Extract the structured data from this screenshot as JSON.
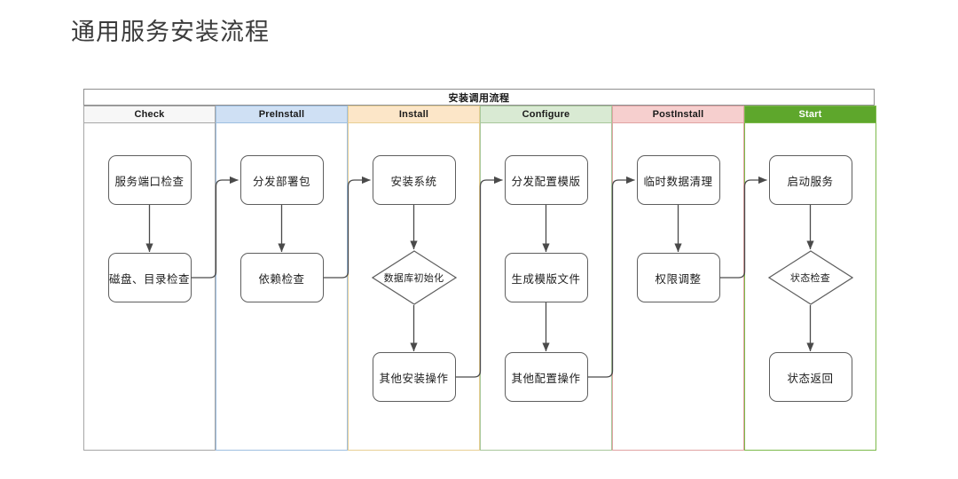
{
  "page": {
    "title": "通用服务安装流程"
  },
  "diagram": {
    "band_title": "安装调用流程",
    "lanes": [
      {
        "id": "check",
        "label": "Check",
        "header_bg": "#f7f7f7",
        "header_text": "#1a1a1a",
        "border": "#a6a6a6"
      },
      {
        "id": "preinstall",
        "label": "PreInstall",
        "header_bg": "#cfe0f4",
        "header_text": "#1a1a1a",
        "border": "#9ebfe0"
      },
      {
        "id": "install",
        "label": "Install",
        "header_bg": "#fce6c8",
        "header_text": "#1a1a1a",
        "border": "#e8cf94"
      },
      {
        "id": "configure",
        "label": "Configure",
        "header_bg": "#d9ead3",
        "header_text": "#1a1a1a",
        "border": "#a8c79b"
      },
      {
        "id": "postinstall",
        "label": "PostInstall",
        "header_bg": "#f6cfce",
        "header_text": "#1a1a1a",
        "border": "#e0a3a3"
      },
      {
        "id": "start",
        "label": "Start",
        "header_bg": "#5ea72c",
        "header_text": "#ffffff",
        "border": "#7cba4a"
      }
    ],
    "nodes": [
      {
        "id": "n1",
        "lane": "check",
        "shape": "box",
        "label": "服务端口检查"
      },
      {
        "id": "n2",
        "lane": "check",
        "shape": "box",
        "label": "磁盘、目录检查"
      },
      {
        "id": "n3",
        "lane": "preinstall",
        "shape": "box",
        "label": "分发部署包"
      },
      {
        "id": "n4",
        "lane": "preinstall",
        "shape": "box",
        "label": "依赖检查"
      },
      {
        "id": "n5",
        "lane": "install",
        "shape": "box",
        "label": "安装系统"
      },
      {
        "id": "n6",
        "lane": "install",
        "shape": "diamond",
        "label": "数据库初始化"
      },
      {
        "id": "n7",
        "lane": "install",
        "shape": "box",
        "label": "其他安装操作"
      },
      {
        "id": "n8",
        "lane": "configure",
        "shape": "box",
        "label": "分发配置模版"
      },
      {
        "id": "n9",
        "lane": "configure",
        "shape": "box",
        "label": "生成模版文件"
      },
      {
        "id": "n10",
        "lane": "configure",
        "shape": "box",
        "label": "其他配置操作"
      },
      {
        "id": "n11",
        "lane": "postinstall",
        "shape": "box",
        "label": "临时数据清理"
      },
      {
        "id": "n12",
        "lane": "postinstall",
        "shape": "box",
        "label": "权限调整"
      },
      {
        "id": "n13",
        "lane": "start",
        "shape": "box",
        "label": "启动服务"
      },
      {
        "id": "n14",
        "lane": "start",
        "shape": "diamond",
        "label": "状态检查"
      },
      {
        "id": "n15",
        "lane": "start",
        "shape": "box",
        "label": "状态返回"
      }
    ],
    "edges": [
      {
        "from": "n1",
        "to": "n2",
        "type": "vertical"
      },
      {
        "from": "n2",
        "to": "n3",
        "type": "elbow"
      },
      {
        "from": "n3",
        "to": "n4",
        "type": "vertical"
      },
      {
        "from": "n4",
        "to": "n5",
        "type": "elbow"
      },
      {
        "from": "n5",
        "to": "n6",
        "type": "vertical"
      },
      {
        "from": "n6",
        "to": "n7",
        "type": "vertical"
      },
      {
        "from": "n7",
        "to": "n8",
        "type": "elbow"
      },
      {
        "from": "n8",
        "to": "n9",
        "type": "vertical"
      },
      {
        "from": "n9",
        "to": "n10",
        "type": "vertical"
      },
      {
        "from": "n10",
        "to": "n11",
        "type": "elbow"
      },
      {
        "from": "n11",
        "to": "n12",
        "type": "vertical"
      },
      {
        "from": "n12",
        "to": "n13",
        "type": "elbow"
      },
      {
        "from": "n13",
        "to": "n14",
        "type": "vertical"
      },
      {
        "from": "n14",
        "to": "n15",
        "type": "vertical"
      }
    ]
  }
}
